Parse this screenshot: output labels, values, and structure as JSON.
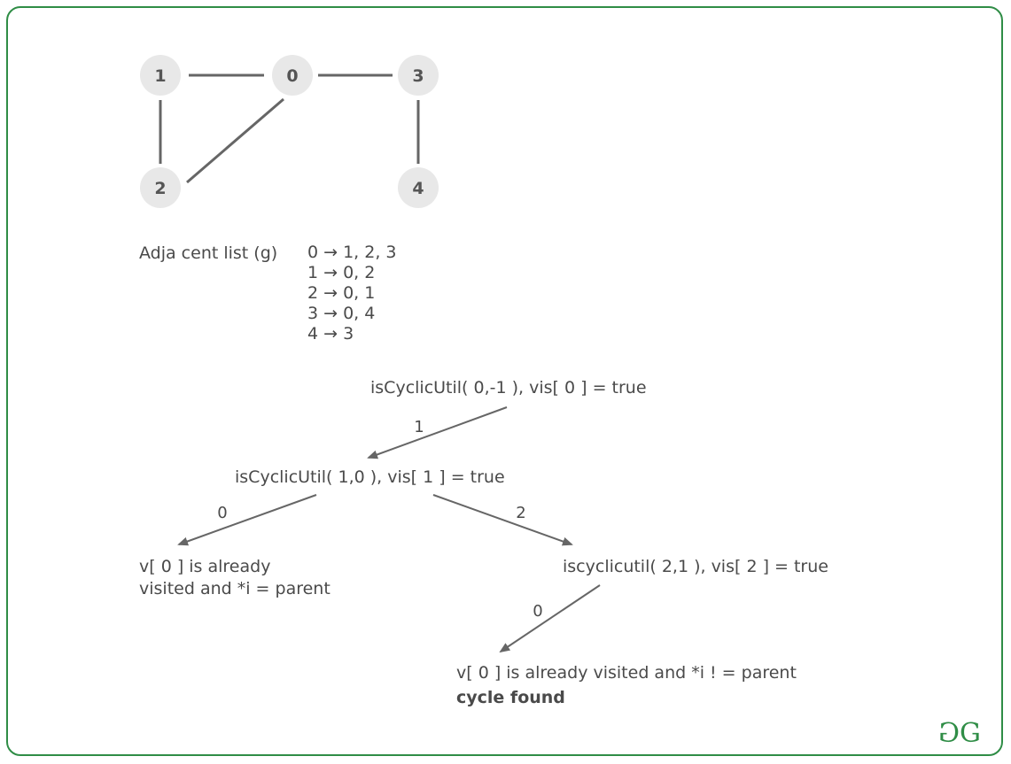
{
  "graph": {
    "nodes": [
      {
        "id": "node-1",
        "label": "1"
      },
      {
        "id": "node-0",
        "label": "0"
      },
      {
        "id": "node-3",
        "label": "3"
      },
      {
        "id": "node-2",
        "label": "2"
      },
      {
        "id": "node-4",
        "label": "4"
      }
    ],
    "edges": [
      {
        "from": "1",
        "to": "0"
      },
      {
        "from": "0",
        "to": "3"
      },
      {
        "from": "1",
        "to": "2"
      },
      {
        "from": "0",
        "to": "2"
      },
      {
        "from": "3",
        "to": "4"
      }
    ]
  },
  "adjacency": {
    "title": "Adja cent list  (g)",
    "rows": [
      "0 → 1, 2, 3",
      "1 → 0, 2",
      "2 → 0, 1",
      "3 → 0, 4",
      "4 → 3"
    ]
  },
  "tree": {
    "root": "isCyclicUtil( 0,-1 ), vis[ 0 ] = true",
    "level1": "isCyclicUtil( 1,0 ), vis[ 1 ] = true",
    "left_leaf_line1": "v[ 0 ] is already",
    "left_leaf_line2": "visited and *i = parent",
    "right_node": "iscyclicutil( 2,1 ), vis[ 2 ] = true",
    "final_line1": "v[ 0 ] is already visited and *i ! = parent",
    "final_line2": "cycle found",
    "edge_labels": {
      "root_to_l1": "1",
      "l1_to_left": "0",
      "l1_to_right": "2",
      "right_to_final": "0"
    }
  },
  "logo": {
    "left": "G",
    "right": "G"
  },
  "colors": {
    "border": "#2f8d46",
    "node_fill": "#e8e8e8",
    "edge": "#666666",
    "text": "#4a4a4a"
  }
}
